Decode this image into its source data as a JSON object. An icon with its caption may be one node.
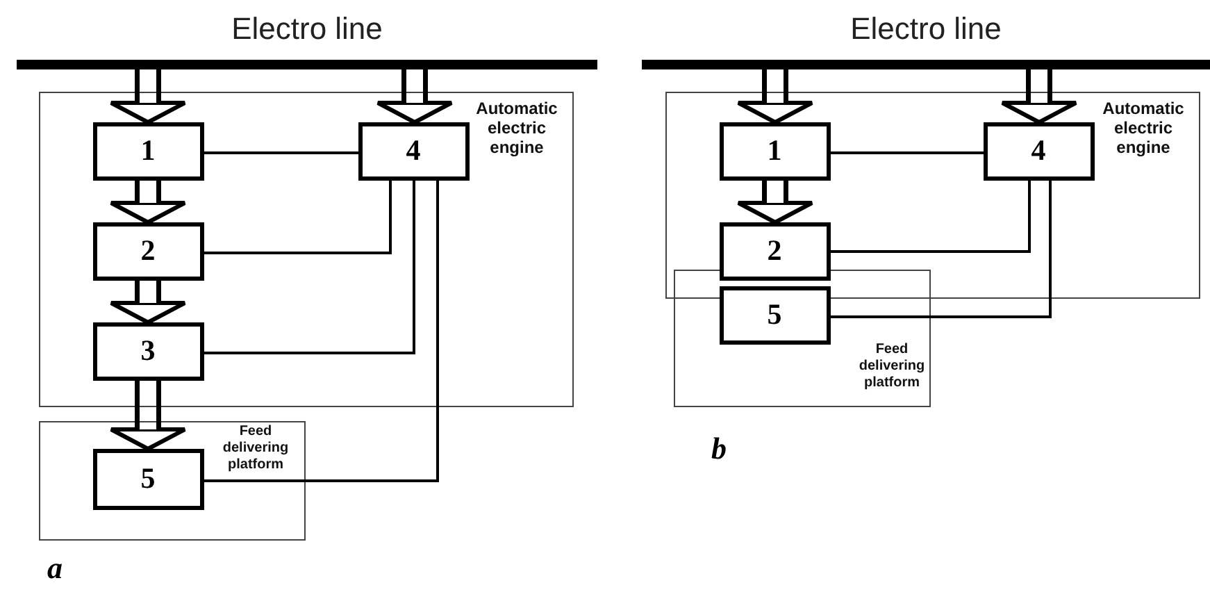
{
  "diagram": {
    "nodes": [
      {
        "text": [
          "Electro line"
        ]
      },
      {
        "text": [
          "Automatic electric engine"
        ]
      },
      {
        "text": [
          "1"
        ],
        "in": 1
      },
      {
        "text": [
          "2"
        ],
        "in": 1
      },
      {
        "text": [
          "3"
        ],
        "in": 1
      },
      {
        "text": [
          "4"
        ],
        "in": 1
      },
      {
        "text": [
          "Feed delivering platform"
        ]
      },
      {
        "text": [
          "5"
        ],
        "in": 6
      },
      {
        "text": [
          "Electro line"
        ]
      },
      {
        "text": [
          "Automatic electric engine"
        ]
      },
      {
        "text": [
          "1"
        ],
        "in": 9
      },
      {
        "text": [
          "4"
        ],
        "in": 9
      },
      {
        "text": [
          "2"
        ],
        "in": 9
      },
      {
        "text": [
          "Feed delivering platform"
        ]
      },
      {
        "text": [
          "5"
        ],
        "in": 13
      }
    ],
    "edges": [
      {
        "from": 0,
        "to": 2,
        "arrow": "to"
      },
      {
        "from": 0,
        "to": 5,
        "arrow": "to"
      },
      {
        "from": 2,
        "to": 3,
        "arrow": "to"
      },
      {
        "from": 3,
        "to": 4,
        "arrow": "to"
      },
      {
        "from": 4,
        "to": 7,
        "arrow": "to"
      },
      {
        "from": 2,
        "to": 5,
        "arrow": "none"
      },
      {
        "from": 5,
        "to": 3,
        "arrow": "none"
      },
      {
        "from": 5,
        "to": 4,
        "arrow": "none"
      },
      {
        "from": 5,
        "to": 7,
        "arrow": "none"
      },
      {
        "from": 8,
        "to": 10,
        "arrow": "to"
      },
      {
        "from": 8,
        "to": 11,
        "arrow": "to"
      },
      {
        "from": 10,
        "to": 12,
        "arrow": "to"
      },
      {
        "from": 10,
        "to": 11,
        "arrow": "none"
      },
      {
        "from": 11,
        "to": 12,
        "arrow": "none"
      },
      {
        "from": 11,
        "to": 14,
        "arrow": "none"
      }
    ],
    "labels": [
      "a",
      "b"
    ]
  }
}
